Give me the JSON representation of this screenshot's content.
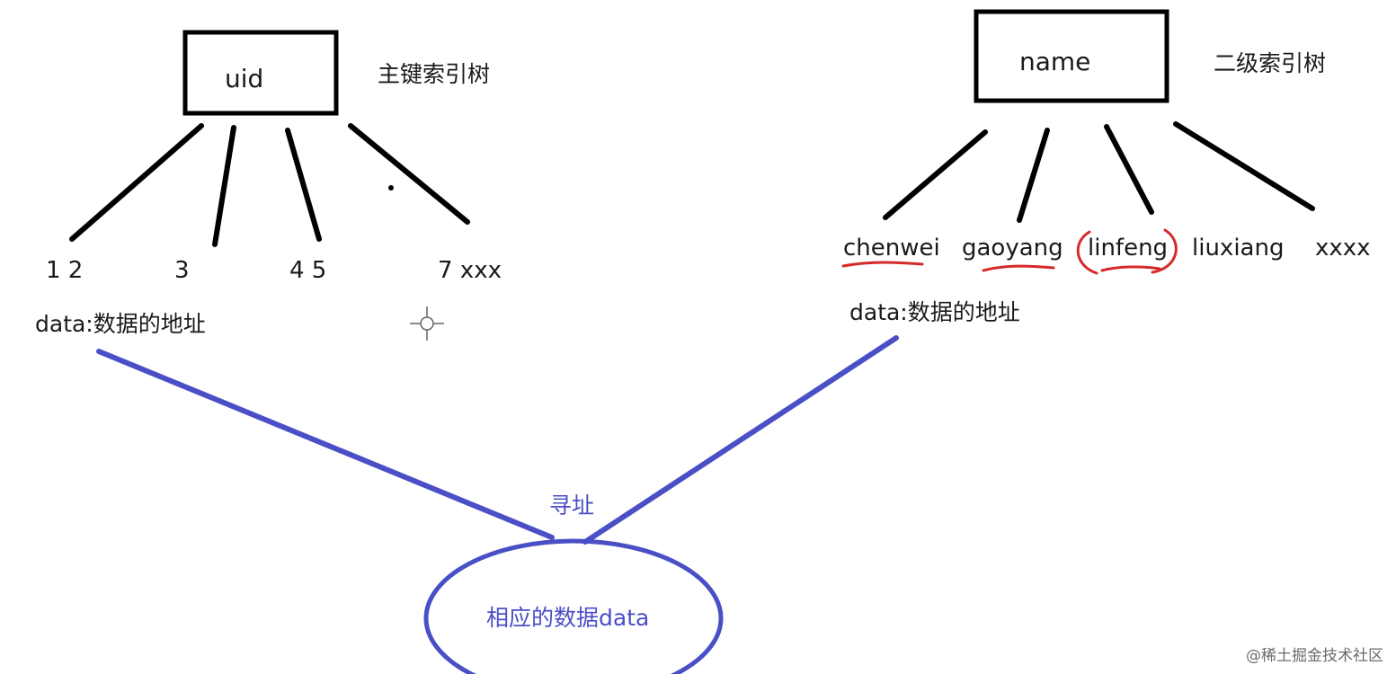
{
  "primary_tree": {
    "root": "uid",
    "title": "主键索引树",
    "keys": [
      "1 2",
      "3",
      "4 5",
      "7 xxx"
    ],
    "data_label": "data:数据的地址"
  },
  "secondary_tree": {
    "root": "name",
    "title": "二级索引树",
    "keys": [
      "chenwei",
      "gaoyang",
      "linfeng",
      "liuxiang",
      "xxxx"
    ],
    "data_label": "data:数据的地址"
  },
  "lookup_label": "寻址",
  "target_label": "相应的数据data",
  "watermark": "@稀土掘金技术社区",
  "colors": {
    "tree": "#000000",
    "link": "#4a4fc6",
    "mark": "#d62a2a"
  }
}
